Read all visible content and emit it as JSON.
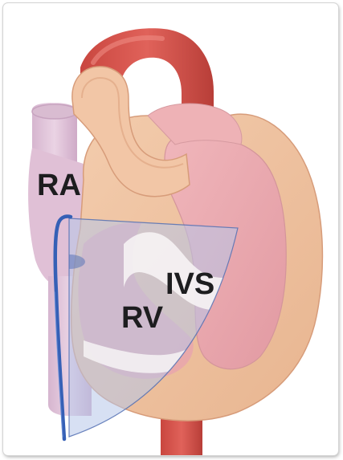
{
  "labels": {
    "ra": "RA",
    "ivs": "IVS",
    "rv": "RV"
  },
  "colors": {
    "aorta": "#d9544f",
    "aorta_dark": "#b8403c",
    "heart_tissue": "#f0c3a1",
    "heart_outline": "#d99f7e",
    "chamber_pink": "#ecaab0",
    "vein_lavender": "#e2c4d9",
    "echo_sector": "#b8c8ea",
    "catheter": "#3560b6",
    "label_text": "#1d1d1f"
  }
}
